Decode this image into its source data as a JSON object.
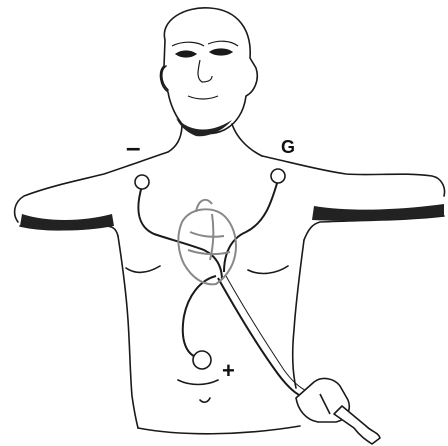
{
  "labels": {
    "negative": "–",
    "ground": "G",
    "positive": "+"
  },
  "colors": {
    "ink": "#1a1a1a",
    "shadow": "#222222",
    "heart": "#888888",
    "background": "#ffffff"
  },
  "icons": {
    "figure": "torso-with-ecg-leads",
    "heart": "heart-icon",
    "connector": "ecg-connector-plug"
  }
}
